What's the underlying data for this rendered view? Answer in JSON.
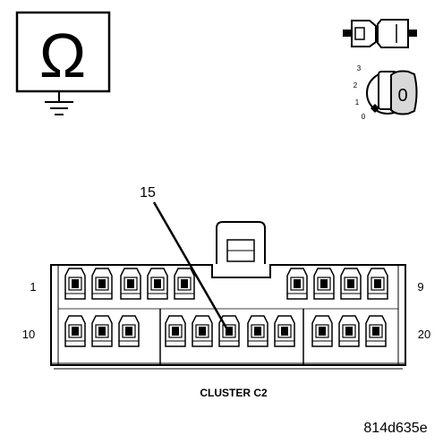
{
  "symbols": {
    "ohmmeter": "ohm-with-ground-icon",
    "connector_view": "connector-view-icon",
    "ignition": "ignition-key-icon"
  },
  "ignition_positions": [
    "3",
    "2",
    "1",
    "0"
  ],
  "ignition_key_label": "0",
  "omega": "Ω",
  "pin_callout": "15",
  "pin_labels": {
    "top_left": "1",
    "top_right": "9",
    "bottom_left": "10",
    "bottom_right": "20"
  },
  "connector_name": "CLUSTER C2",
  "figure_code": "814d635e"
}
